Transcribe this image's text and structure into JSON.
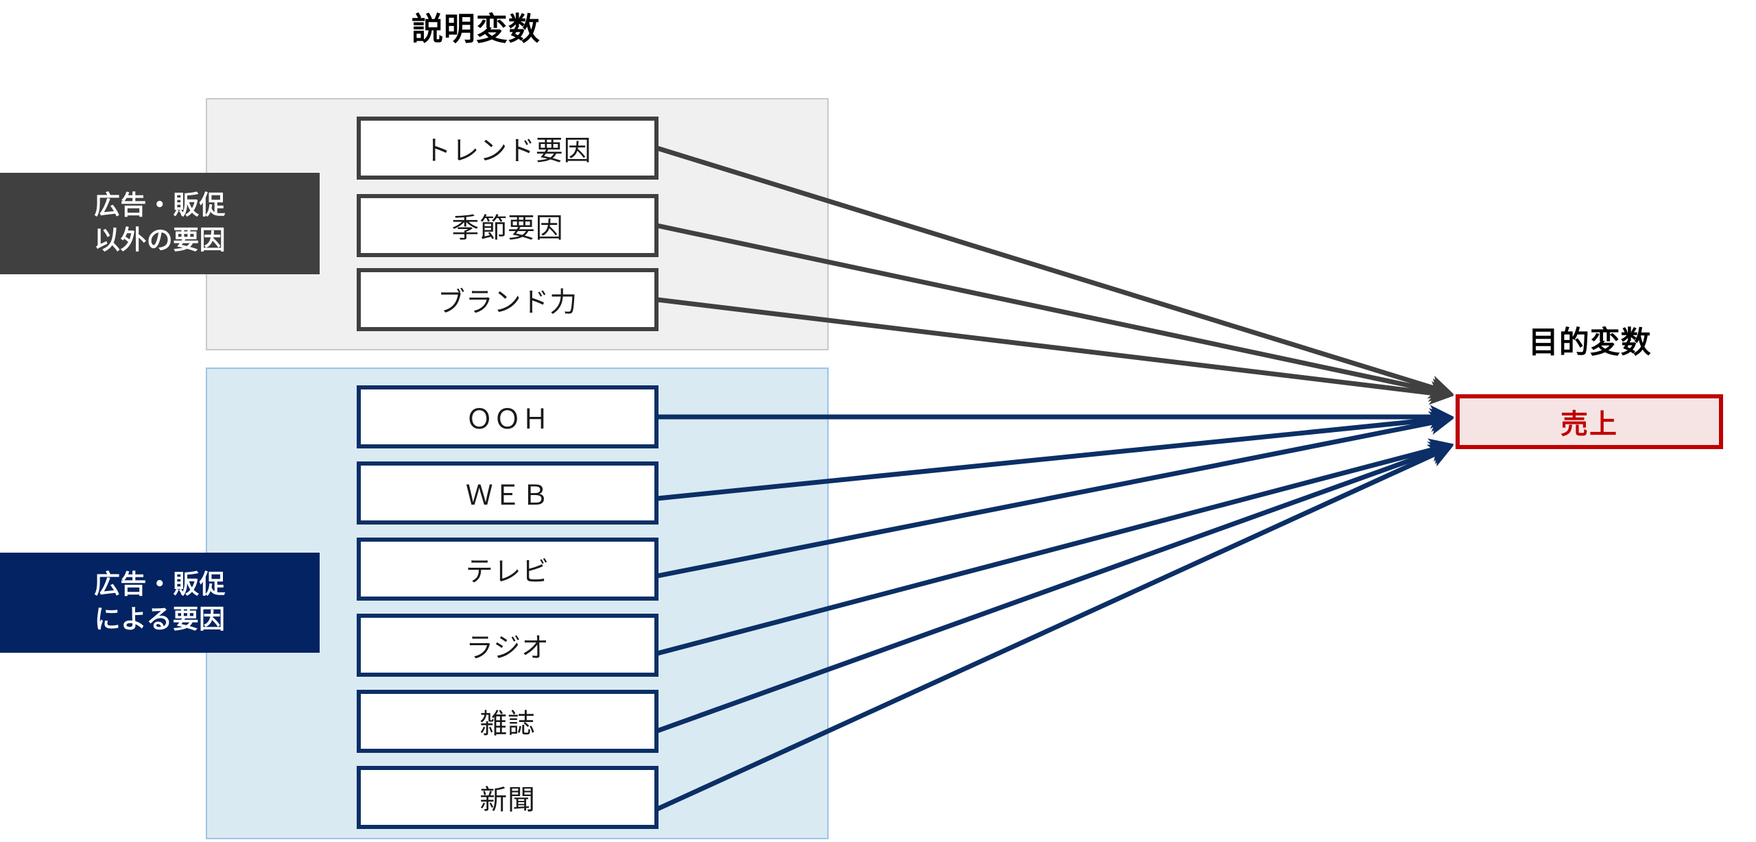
{
  "headings": {
    "explanatory": "説明変数",
    "target": "目的変数"
  },
  "colors": {
    "other_group_fill": "#f0f0f0",
    "other_group_border": "#c9c9c9",
    "ads_group_fill": "#daeaf2",
    "ads_group_border": "#9dc3e6",
    "other_label_bg": "#404040",
    "ads_label_bg": "#042362",
    "other_box_border": "#404040",
    "ads_box_border": "#0b2f66",
    "outcome_border": "#c00000",
    "outcome_fill": "#f6e4e4",
    "outcome_text": "#c00000",
    "other_arrow": "#404040",
    "ads_arrow": "#0b2f66"
  },
  "categories": [
    {
      "id": "other",
      "label_line1": "広告・販促",
      "label_line2": "以外の要因",
      "variables": [
        {
          "label": "トレンド要因"
        },
        {
          "label": "季節要因"
        },
        {
          "label": "ブランド力"
        }
      ]
    },
    {
      "id": "ads",
      "label_line1": "広告・販促",
      "label_line2": "による要因",
      "variables": [
        {
          "label": "ＯＯＨ"
        },
        {
          "label": "ＷＥＢ"
        },
        {
          "label": "テレビ"
        },
        {
          "label": "ラジオ"
        },
        {
          "label": "雑誌"
        },
        {
          "label": "新聞"
        }
      ]
    }
  ],
  "outcome": {
    "label": "売上"
  }
}
